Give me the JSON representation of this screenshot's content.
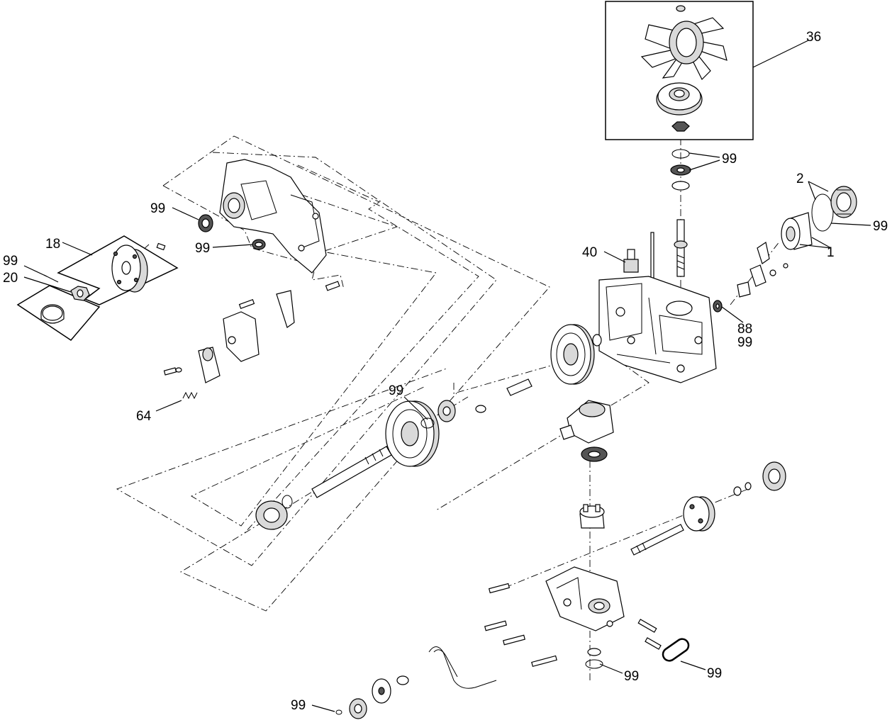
{
  "callouts": [
    {
      "id": "c36",
      "text": "36"
    },
    {
      "id": "c99a",
      "text": "99"
    },
    {
      "id": "c2",
      "text": "2"
    },
    {
      "id": "c99b",
      "text": "99"
    },
    {
      "id": "c1",
      "text": "1"
    },
    {
      "id": "c40",
      "text": "40"
    },
    {
      "id": "c88",
      "text": "88"
    },
    {
      "id": "c99c",
      "text": "99"
    },
    {
      "id": "c99d",
      "text": "99"
    },
    {
      "id": "c99e",
      "text": "99"
    },
    {
      "id": "c18",
      "text": "18"
    },
    {
      "id": "c99f",
      "text": "99"
    },
    {
      "id": "c20",
      "text": "20"
    },
    {
      "id": "c99g",
      "text": "99"
    },
    {
      "id": "c64",
      "text": "64"
    },
    {
      "id": "c99h",
      "text": "99"
    },
    {
      "id": "c99i",
      "text": "99"
    },
    {
      "id": "c99j",
      "text": "99"
    }
  ]
}
